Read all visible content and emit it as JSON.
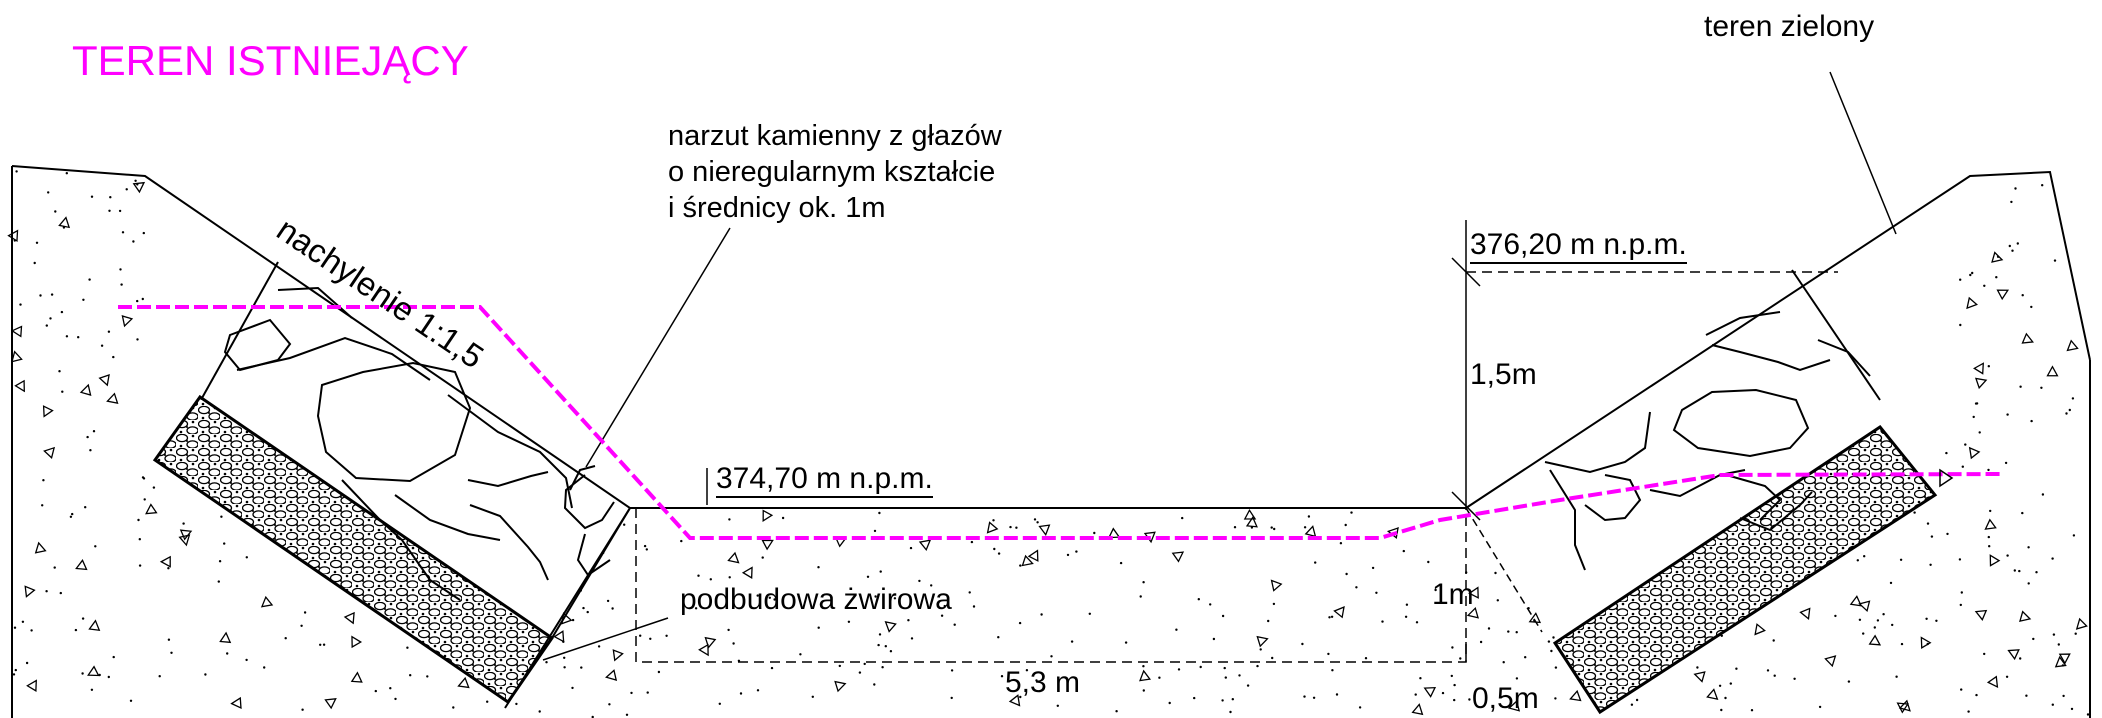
{
  "title": "TEREN ISTNIEJĄCY",
  "labels": {
    "green_area": "teren zielony",
    "riprap_line1": "narzut kamienny z głazów",
    "riprap_line2": "o nieregularnym kształcie",
    "riprap_line3": "i średnicy ok. 1m",
    "slope": "nachylenie 1:1,5",
    "top_elevation": "376,20 m n.p.m.",
    "bottom_elevation": "374,70 m n.p.m.",
    "height_dim": "1,5m",
    "gravel_base": "podbudowa żwirowa",
    "base_depth": "1m",
    "width_dim": "5,3 m",
    "gravel_depth": "0,5m"
  },
  "colors": {
    "existing_terrain": "#ff00ff",
    "linework": "#000000",
    "background": "#ffffff"
  }
}
